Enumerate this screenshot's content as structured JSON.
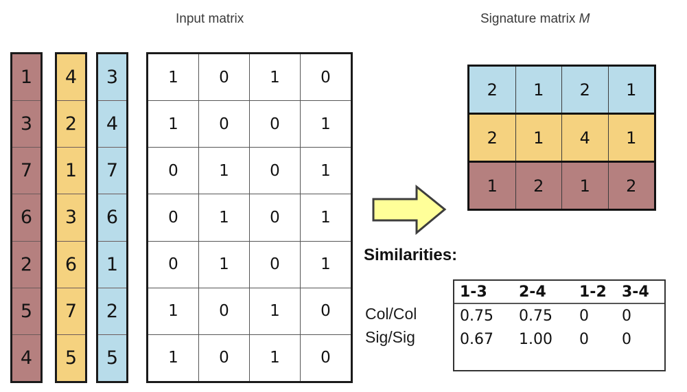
{
  "titles": {
    "input_matrix": "Input matrix",
    "signature_matrix_prefix": "Signature matrix ",
    "signature_matrix_symbol": "M"
  },
  "permutations": {
    "columns": [
      {
        "name": "permutation-1",
        "color": "#b5807f",
        "values": [
          "1",
          "3",
          "7",
          "6",
          "2",
          "5",
          "4"
        ]
      },
      {
        "name": "permutation-2",
        "color": "#f5d27f",
        "values": [
          "4",
          "2",
          "1",
          "3",
          "6",
          "7",
          "5"
        ]
      },
      {
        "name": "permutation-3",
        "color": "#b8dcea",
        "values": [
          "3",
          "4",
          "7",
          "6",
          "1",
          "2",
          "5"
        ]
      }
    ]
  },
  "input_matrix": {
    "rows": [
      [
        "1",
        "0",
        "1",
        "0"
      ],
      [
        "1",
        "0",
        "0",
        "1"
      ],
      [
        "0",
        "1",
        "0",
        "1"
      ],
      [
        "0",
        "1",
        "0",
        "1"
      ],
      [
        "0",
        "1",
        "0",
        "1"
      ],
      [
        "1",
        "0",
        "1",
        "0"
      ],
      [
        "1",
        "0",
        "1",
        "0"
      ]
    ]
  },
  "signature_matrix": {
    "rows": [
      {
        "color": "#b8dcea",
        "values": [
          "2",
          "1",
          "2",
          "1"
        ]
      },
      {
        "color": "#f5d27f",
        "values": [
          "2",
          "1",
          "4",
          "1"
        ]
      },
      {
        "color": "#b5807f",
        "values": [
          "1",
          "2",
          "1",
          "2"
        ]
      }
    ]
  },
  "arrow": {
    "label": "transform-arrow",
    "fill": "#ffff99",
    "stroke": "#3d3d3d"
  },
  "similarities": {
    "heading": "Similarities:",
    "column_headers": [
      "1-3",
      "2-4",
      "1-2",
      "3-4"
    ],
    "row_labels": [
      "Col/Col",
      "Sig/Sig"
    ],
    "rows": [
      [
        "0.75",
        "0.75",
        "0",
        "0"
      ],
      [
        "0.67",
        "1.00",
        "0",
        "0"
      ]
    ]
  }
}
